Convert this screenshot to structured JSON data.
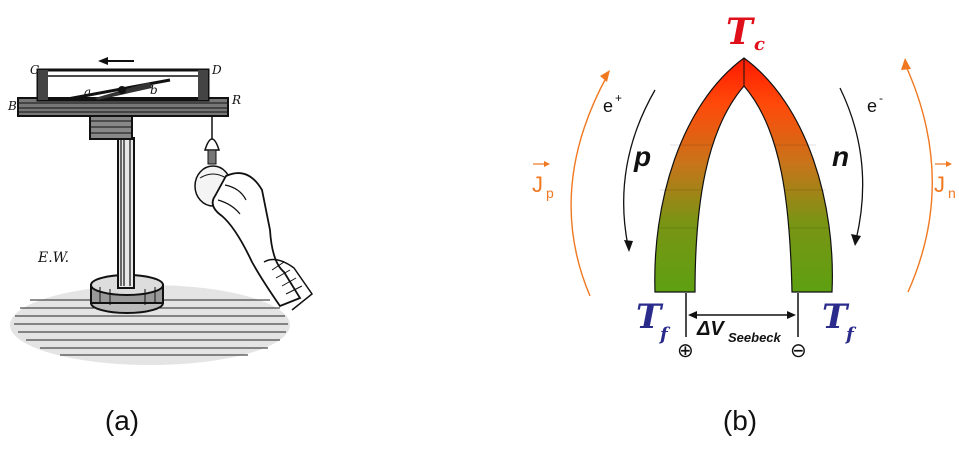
{
  "panel_a": {
    "caption": "(a)",
    "labels": {
      "c": "C",
      "d": "D",
      "b": "B",
      "r": "R",
      "a": "a",
      "l": "b",
      "sig": "E.W."
    }
  },
  "panel_b": {
    "caption": "(b)",
    "t_hot": "T",
    "t_hot_sub": "c",
    "t_cold_left": "T",
    "t_cold_left_sub": "f",
    "t_cold_right": "T",
    "t_cold_right_sub": "f",
    "leg_p": "p",
    "leg_n": "n",
    "carrier_left": "e",
    "carrier_left_sup": "+",
    "carrier_right": "e",
    "carrier_right_sup": "-",
    "current_left": "J",
    "current_left_sub": "p",
    "current_right": "J",
    "current_right_sub": "n",
    "voltage": "ΔV",
    "voltage_sub": "Seebeck",
    "plus_terminal": "⊕",
    "minus_terminal": "⊖",
    "colors": {
      "hot": "#ff2a00",
      "mid": "#cc7a10",
      "cold": "#5ea012",
      "current": "#f07820",
      "temp_cold": "#2b2b8c",
      "temp_hot": "#e0101a"
    }
  }
}
